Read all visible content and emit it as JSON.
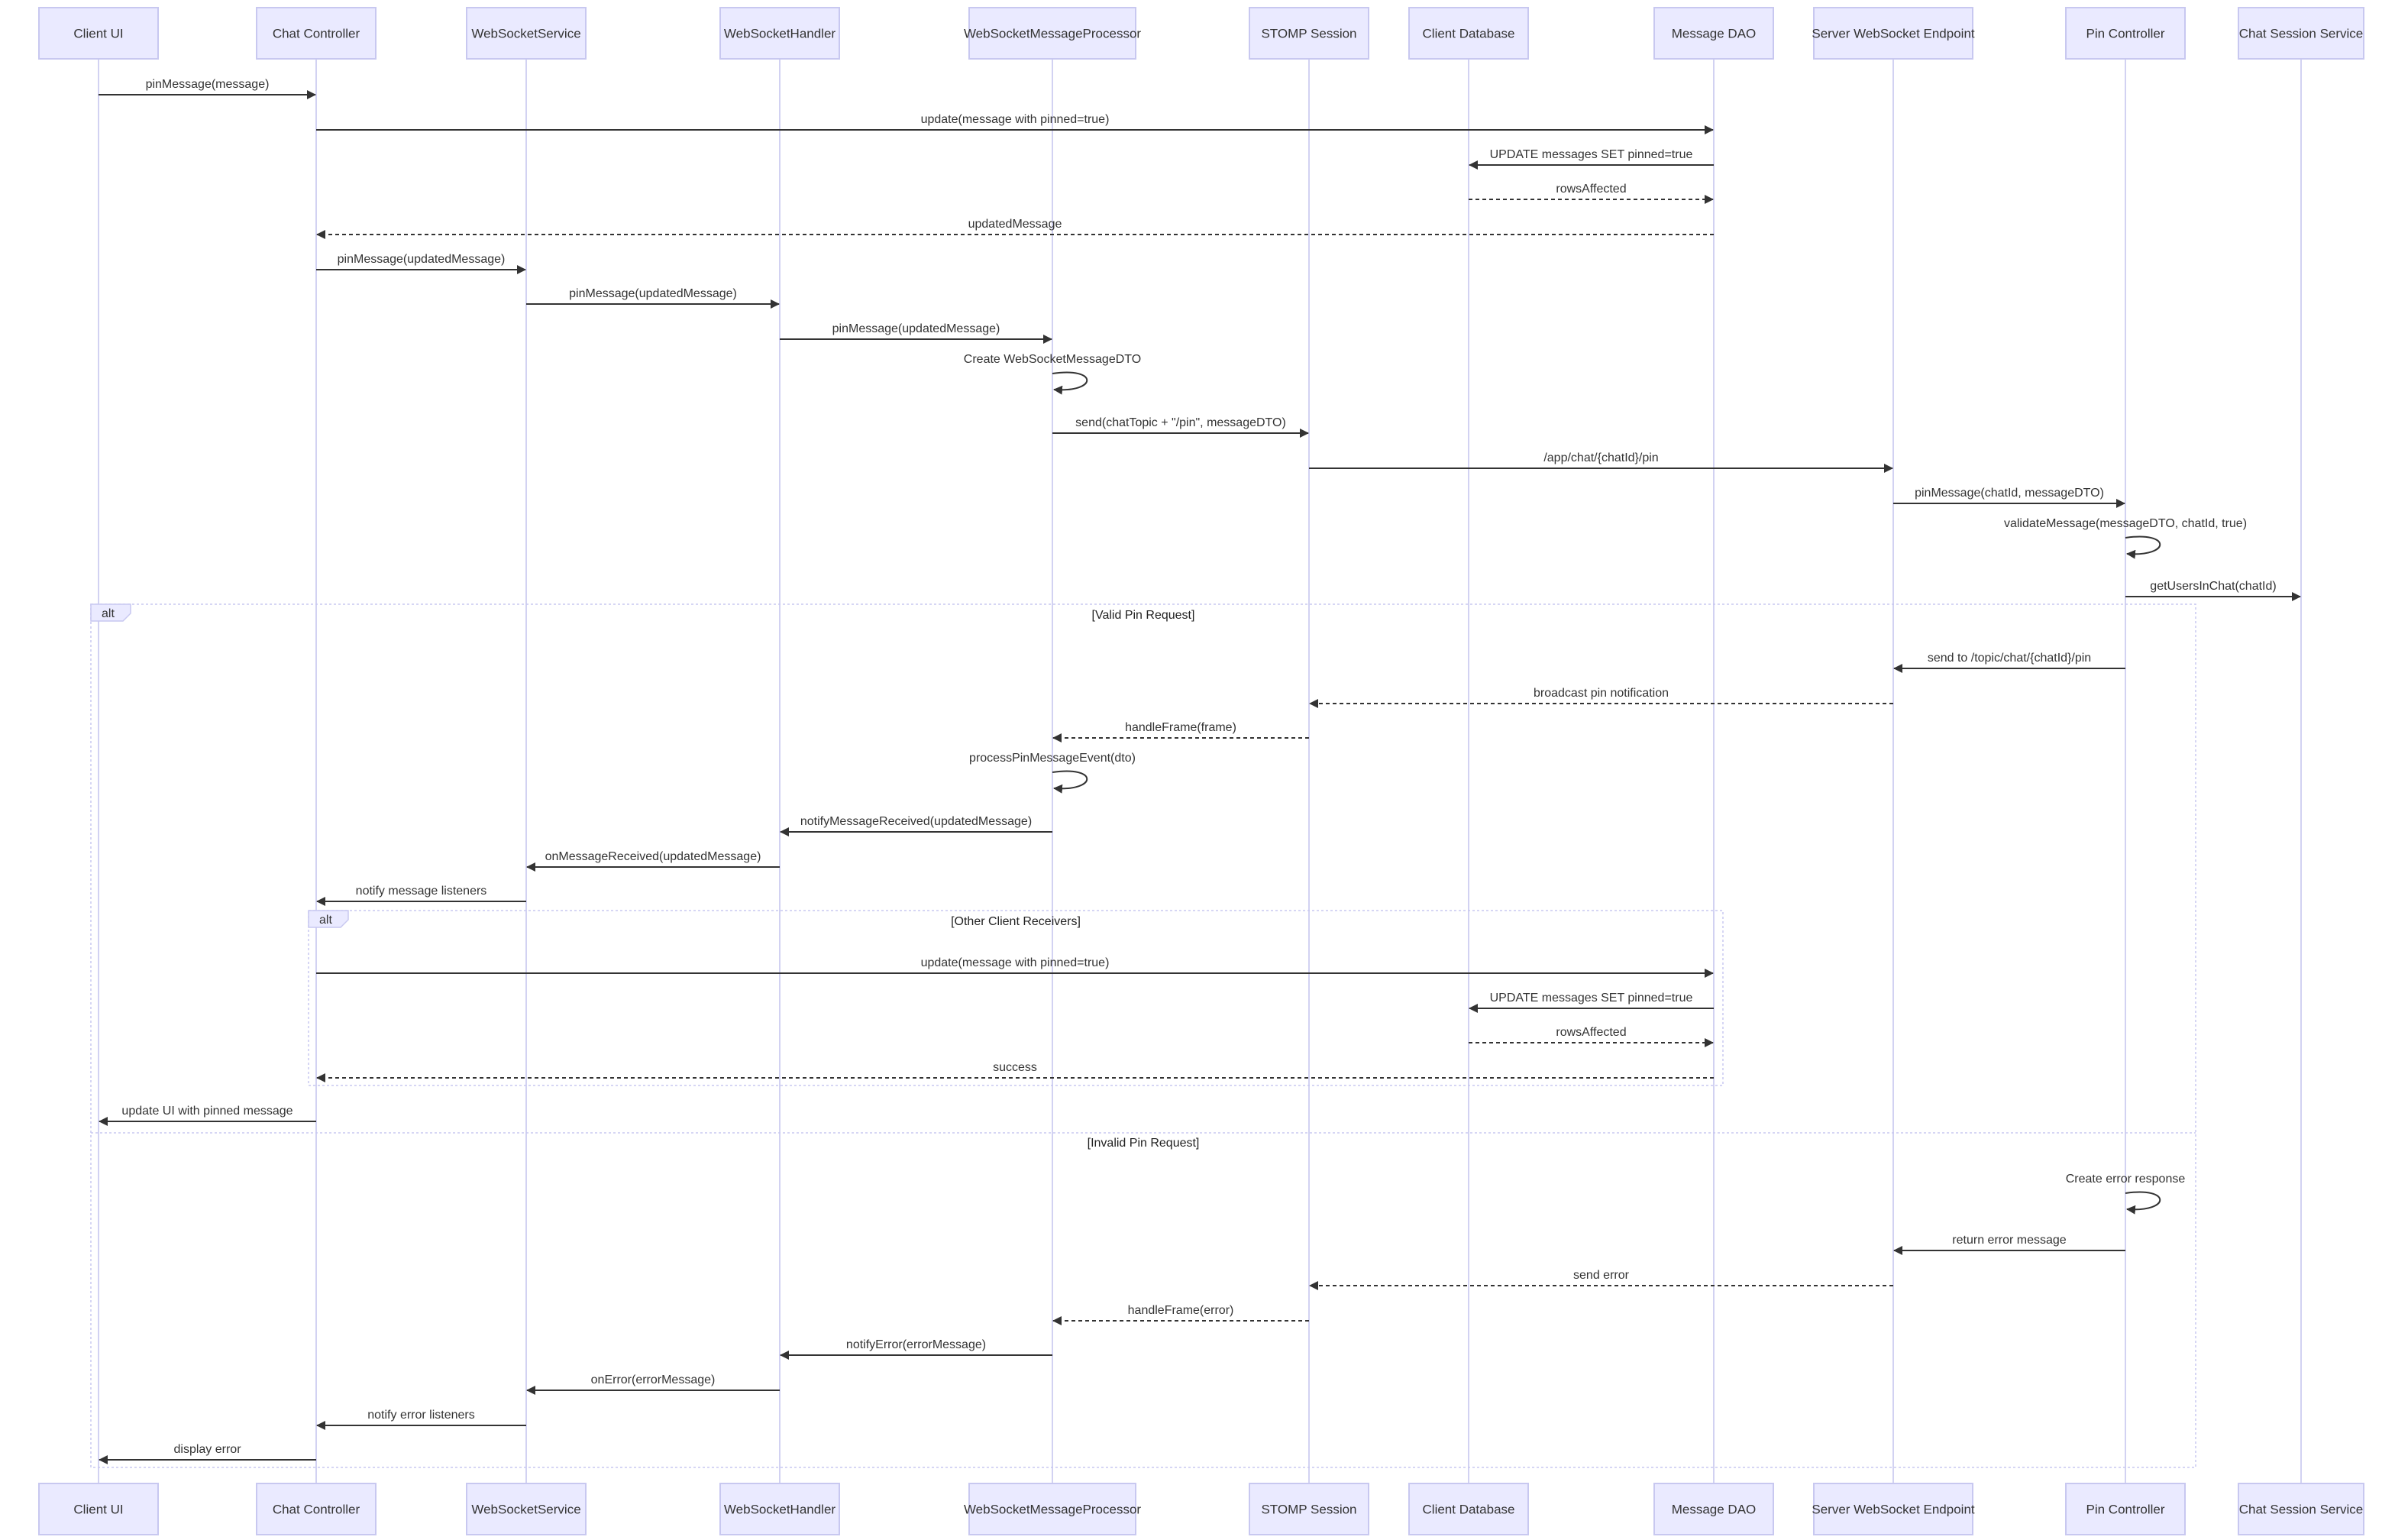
{
  "actors": [
    {
      "id": "client_ui",
      "label": "Client UI"
    },
    {
      "id": "chat_controller",
      "label": "Chat Controller"
    },
    {
      "id": "ws_service",
      "label": "WebSocketService"
    },
    {
      "id": "ws_handler",
      "label": "WebSocketHandler"
    },
    {
      "id": "ws_processor",
      "label": "WebSocketMessageProcessor"
    },
    {
      "id": "stomp",
      "label": "STOMP Session"
    },
    {
      "id": "client_db",
      "label": "Client Database"
    },
    {
      "id": "message_dao",
      "label": "Message DAO"
    },
    {
      "id": "server_ws",
      "label": "Server WebSocket Endpoint"
    },
    {
      "id": "pin_controller",
      "label": "Pin Controller"
    },
    {
      "id": "chat_session_service",
      "label": "Chat Session Service"
    }
  ],
  "messages": [
    {
      "from": "client_ui",
      "to": "chat_controller",
      "label": "pinMessage(message)",
      "style": "solid"
    },
    {
      "from": "chat_controller",
      "to": "message_dao",
      "label": "update(message with pinned=true)",
      "style": "solid"
    },
    {
      "from": "message_dao",
      "to": "client_db",
      "label": "UPDATE messages SET pinned=true",
      "style": "solid"
    },
    {
      "from": "client_db",
      "to": "message_dao",
      "label": "rowsAffected",
      "style": "dashed"
    },
    {
      "from": "message_dao",
      "to": "chat_controller",
      "label": "updatedMessage",
      "style": "dashed"
    },
    {
      "from": "chat_controller",
      "to": "ws_service",
      "label": "pinMessage(updatedMessage)",
      "style": "solid"
    },
    {
      "from": "ws_service",
      "to": "ws_handler",
      "label": "pinMessage(updatedMessage)",
      "style": "solid"
    },
    {
      "from": "ws_handler",
      "to": "ws_processor",
      "label": "pinMessage(updatedMessage)",
      "style": "solid"
    },
    {
      "from": "ws_processor",
      "to": "ws_processor",
      "label": "Create WebSocketMessageDTO",
      "style": "self"
    },
    {
      "from": "ws_processor",
      "to": "stomp",
      "label": "send(chatTopic + \"/pin\", messageDTO)",
      "style": "solid"
    },
    {
      "from": "stomp",
      "to": "server_ws",
      "label": "/app/chat/{chatId}/pin",
      "style": "solid"
    },
    {
      "from": "server_ws",
      "to": "pin_controller",
      "label": "pinMessage(chatId, messageDTO)",
      "style": "solid"
    },
    {
      "from": "pin_controller",
      "to": "pin_controller",
      "label": "validateMessage(messageDTO, chatId, true)",
      "style": "self"
    },
    {
      "from": "pin_controller",
      "to": "chat_session_service",
      "label": "getUsersInChat(chatId)",
      "style": "solid"
    },
    {
      "from": "pin_controller",
      "to": "server_ws",
      "label": "send to /topic/chat/{chatId}/pin",
      "style": "solid"
    },
    {
      "from": "server_ws",
      "to": "stomp",
      "label": "broadcast pin notification",
      "style": "dashed"
    },
    {
      "from": "stomp",
      "to": "ws_processor",
      "label": "handleFrame(frame)",
      "style": "dashed"
    },
    {
      "from": "ws_processor",
      "to": "ws_processor",
      "label": "processPinMessageEvent(dto)",
      "style": "self"
    },
    {
      "from": "ws_processor",
      "to": "ws_handler",
      "label": "notifyMessageReceived(updatedMessage)",
      "style": "solid"
    },
    {
      "from": "ws_handler",
      "to": "ws_service",
      "label": "onMessageReceived(updatedMessage)",
      "style": "solid"
    },
    {
      "from": "ws_service",
      "to": "chat_controller",
      "label": "notify message listeners",
      "style": "solid"
    },
    {
      "from": "chat_controller",
      "to": "message_dao",
      "label": "update(message with pinned=true)",
      "style": "solid"
    },
    {
      "from": "message_dao",
      "to": "client_db",
      "label": "UPDATE messages SET pinned=true",
      "style": "solid"
    },
    {
      "from": "client_db",
      "to": "message_dao",
      "label": "rowsAffected",
      "style": "dashed"
    },
    {
      "from": "message_dao",
      "to": "chat_controller",
      "label": "success",
      "style": "dashed"
    },
    {
      "from": "chat_controller",
      "to": "client_ui",
      "label": "update UI with pinned message",
      "style": "solid"
    },
    {
      "from": "pin_controller",
      "to": "pin_controller",
      "label": "Create error response",
      "style": "self"
    },
    {
      "from": "pin_controller",
      "to": "server_ws",
      "label": "return error message",
      "style": "solid"
    },
    {
      "from": "server_ws",
      "to": "stomp",
      "label": "send error",
      "style": "dashed"
    },
    {
      "from": "stomp",
      "to": "ws_processor",
      "label": "handleFrame(error)",
      "style": "dashed"
    },
    {
      "from": "ws_processor",
      "to": "ws_handler",
      "label": "notifyError(errorMessage)",
      "style": "solid"
    },
    {
      "from": "ws_handler",
      "to": "ws_service",
      "label": "onError(errorMessage)",
      "style": "solid"
    },
    {
      "from": "ws_service",
      "to": "chat_controller",
      "label": "notify error listeners",
      "style": "solid"
    },
    {
      "from": "chat_controller",
      "to": "client_ui",
      "label": "display error",
      "style": "solid"
    }
  ],
  "fragments": [
    {
      "id": "outer",
      "tag": "alt",
      "condition": "[Valid Pin Request]",
      "else_condition": "[Invalid Pin Request]"
    },
    {
      "id": "inner",
      "tag": "alt",
      "condition": "[Other Client Receivers]"
    }
  ],
  "colors": {
    "actor_fill": "#eaeaff",
    "actor_border": "#c8c8f0",
    "lifeline": "#d2d2f2",
    "arrow": "#333333",
    "text": "#333333"
  }
}
